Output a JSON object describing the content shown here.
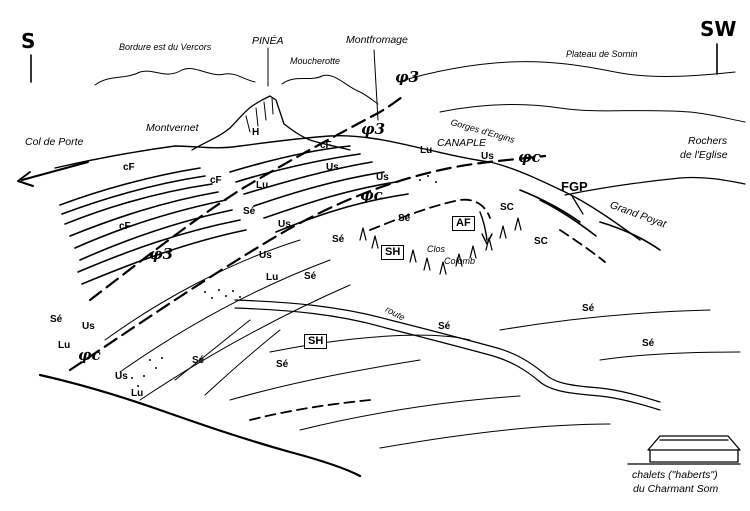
{
  "orientation": {
    "south": "S",
    "southwest": "SW"
  },
  "horizon": {
    "vercors_edge": "Bordure est du Vercors",
    "pinea": "PINÉA",
    "montfromage": "Montfromage",
    "moucherotte": "Moucherotte",
    "sornin": "Plateau de Sornin",
    "gorges": "Gorges d'Engins"
  },
  "places": {
    "col_de_porte": "Col de Porte",
    "montvernet": "Montvernet",
    "canaple": "CANAPLE",
    "rochers_line1": "Rochers",
    "rochers_line2": "de l'Eglise",
    "grand_poyat": "Grand Poyat",
    "clos_colomb_line1": "Clos",
    "clos_colomb_line2": "Colomb",
    "route": "route",
    "chalets_line1": "chalets (\"haberts\")",
    "chalets_line2": "du Charmant Som"
  },
  "faults": {
    "phi3": "φ3",
    "phic": "φc"
  },
  "units": {
    "H": "H",
    "cF": "cF",
    "Lu": "Lu",
    "Us": "Us",
    "Se": "Sé",
    "SC": "SC",
    "FGP": "FGP"
  },
  "boxed": {
    "AF": "AF",
    "SH": "SH"
  }
}
